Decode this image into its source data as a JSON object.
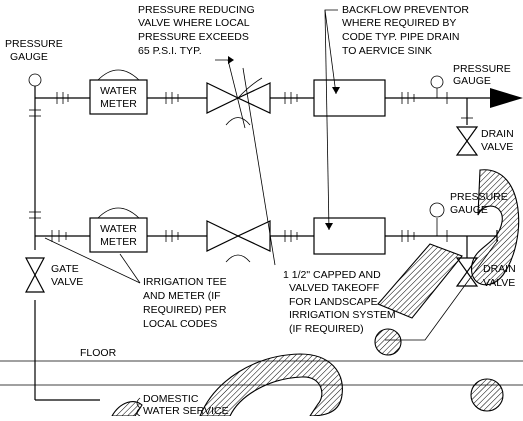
{
  "labels": {
    "pressure_gauge_left": [
      "PRESSURE",
      "GAUGE"
    ],
    "pressure_reducing_valve": [
      "PRESSURE REDUCING",
      "VALVE WHERE LOCAL",
      "PRESSURE EXCEEDS",
      "65 P.S.I. TYP."
    ],
    "backflow_preventor": [
      "BACKFLOW PREVENTOR",
      "WHERE REQUIRED BY",
      "CODE TYP. PIPE DRAIN",
      "TO AERVICE SINK"
    ],
    "pressure_gauge_top_right": [
      "PRESSURE",
      "GAUGE"
    ],
    "drain_valve_top": [
      "DRAIN",
      "VALVE"
    ],
    "water_meter_top": [
      "WATER",
      "METER"
    ],
    "water_meter_bottom": [
      "WATER",
      "METER"
    ],
    "pressure_gauge_mid_right": [
      "PRESSURE",
      "GAUGE"
    ],
    "drain_valve_bottom": [
      "DRAIN",
      "VALVE"
    ],
    "gate_valve": [
      "GATE",
      "VALVE"
    ],
    "irrigation_tee": [
      "IRRIGATION TEE",
      "AND METER (IF",
      "REQUIRED) PER",
      "LOCAL CODES"
    ],
    "capped_takeoff": [
      "1 1/2\" CAPPED AND",
      "VALVED TAKEOFF",
      "FOR LANDSCAPE",
      "IRRIGATION SYSTEM",
      "(IF REQUIRED)"
    ],
    "floor": "FLOOR",
    "domestic_water": [
      "DOMESTIC",
      "WATER SERVICE"
    ]
  },
  "colors": {
    "line": "#000000",
    "background": "#ffffff"
  }
}
